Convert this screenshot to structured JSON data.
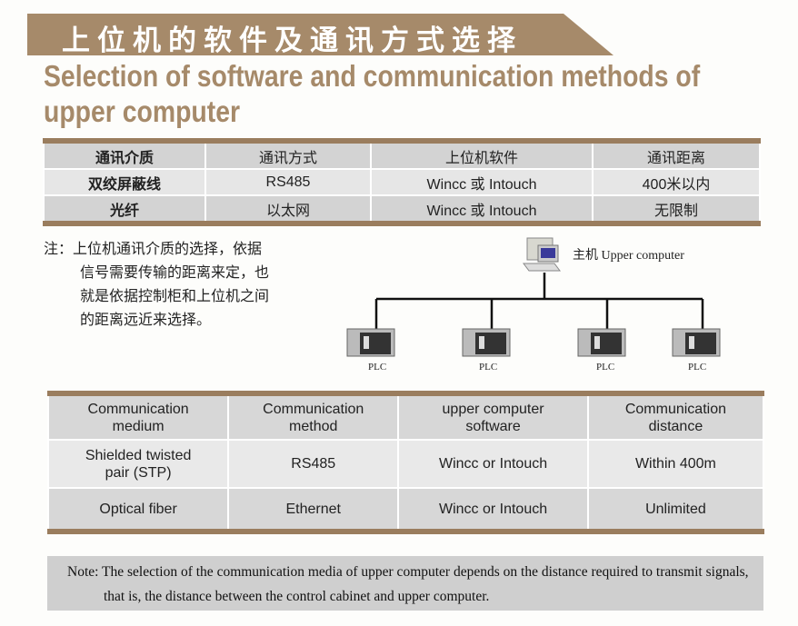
{
  "title_cn": "上位机的软件及通讯方式选择",
  "title_en": "Selection of software and communication methods of upper computer",
  "table_cn": {
    "headers": [
      "通讯介质",
      "通讯方式",
      "上位机软件",
      "通讯距离"
    ],
    "rows": [
      [
        "双绞屏蔽线",
        "RS485",
        "Wincc 或 Intouch",
        "400米以内"
      ],
      [
        "光纤",
        "以太网",
        "Wincc 或 Intouch",
        "无限制"
      ]
    ]
  },
  "note_cn": {
    "label": "注：",
    "line1": "上位机通讯介质的选择，依据",
    "line2": "信号需要传输的距离来定，也",
    "line3": "就是依据控制柜和上位机之间",
    "line4": "的距离远近来选择。"
  },
  "diagram": {
    "host_label": "主机 Upper computer",
    "plc_labels": [
      "PLC",
      "PLC",
      "PLC",
      "PLC"
    ]
  },
  "table_en": {
    "headers": [
      "Communication medium",
      "Communication method",
      "upper computer software",
      "Communication distance"
    ],
    "rows": [
      [
        "Shielded twisted pair (STP)",
        "RS485",
        "Wincc or Intouch",
        "Within  400m"
      ],
      [
        "Optical fiber",
        "Ethernet",
        "Wincc or Intouch",
        "Unlimited"
      ]
    ]
  },
  "note_en": {
    "line1": "Note: The selection of the communication media of upper computer depends on the distance required to transmit signals,",
    "line2": "that is, the distance between the control cabinet and upper computer."
  }
}
